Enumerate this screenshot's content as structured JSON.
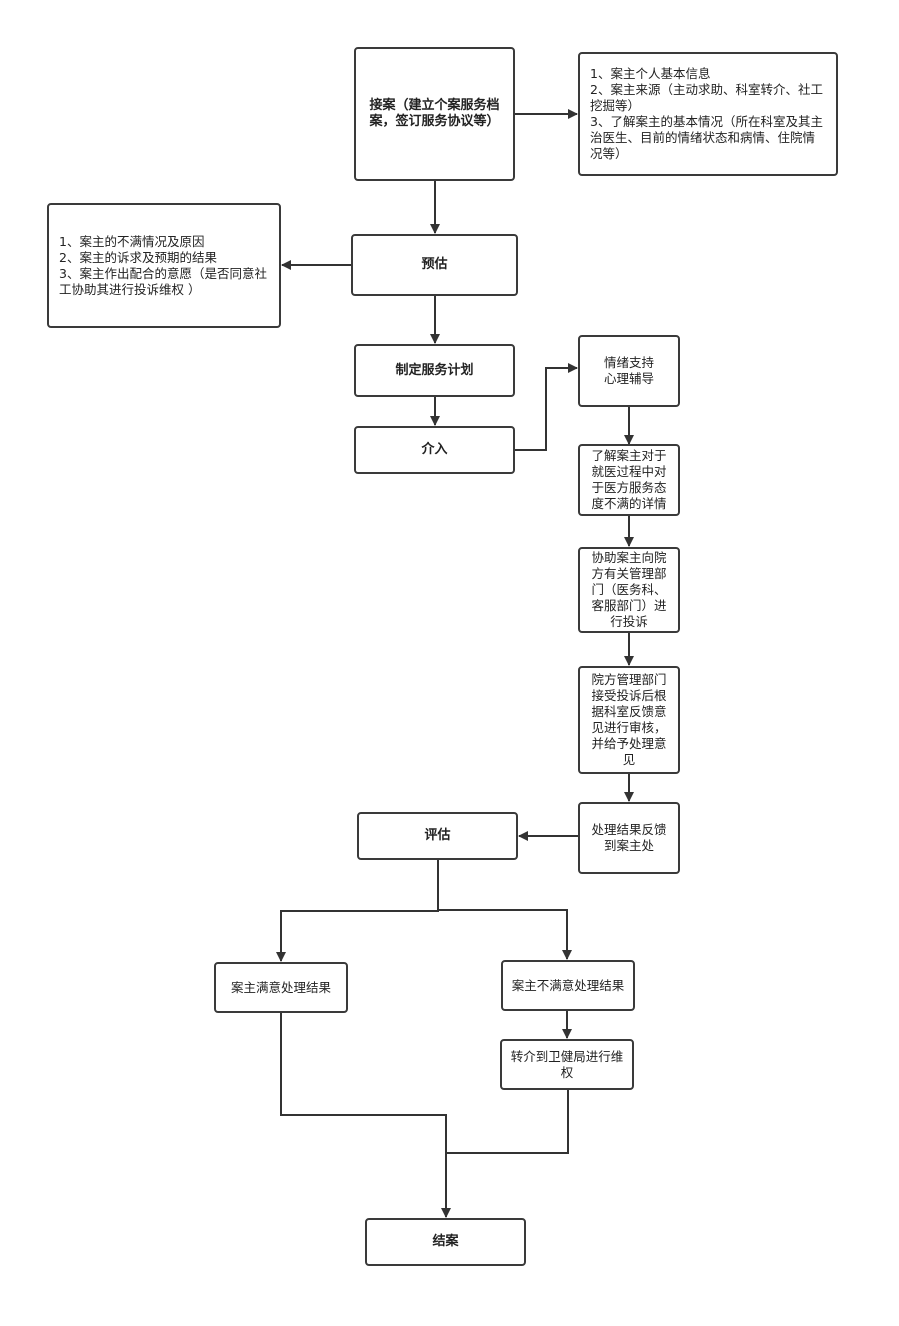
{
  "nodes": {
    "intake": "接案（建立个案服务档案，签订服务协议等）",
    "intake_note": "1、案主个人基本信息\n2、案主来源（主动求助、科室转介、社工挖掘等）\n3、了解案主的基本情况（所在科室及其主治医生、目前的情绪状态和病情、住院情况等）",
    "assess": "预估",
    "assess_note": "1、案主的不满情况及原因\n2、案主的诉求及预期的结果\n3、案主作出配合的意愿（是否同意社工协助其进行投诉维权 ）",
    "plan": "制定服务计划",
    "intervene": "介入",
    "emotion": "情绪支持\n心理辅导",
    "details": "了解案主对于就医过程中对于医方服务态度不满的详情",
    "complaint": "协助案主向院方有关管理部门（医务科、客服部门）进行投诉",
    "review": "院方管理部门接受投诉后根据科室反馈意见进行审核，并给予处理意见",
    "feedback": "处理结果反馈到案主处",
    "evaluate": "评估",
    "satisfied": "案主满意处理结果",
    "unsatisfied": "案主不满意处理结果",
    "referral": "转介到卫健局进行维权",
    "close": "结案"
  }
}
